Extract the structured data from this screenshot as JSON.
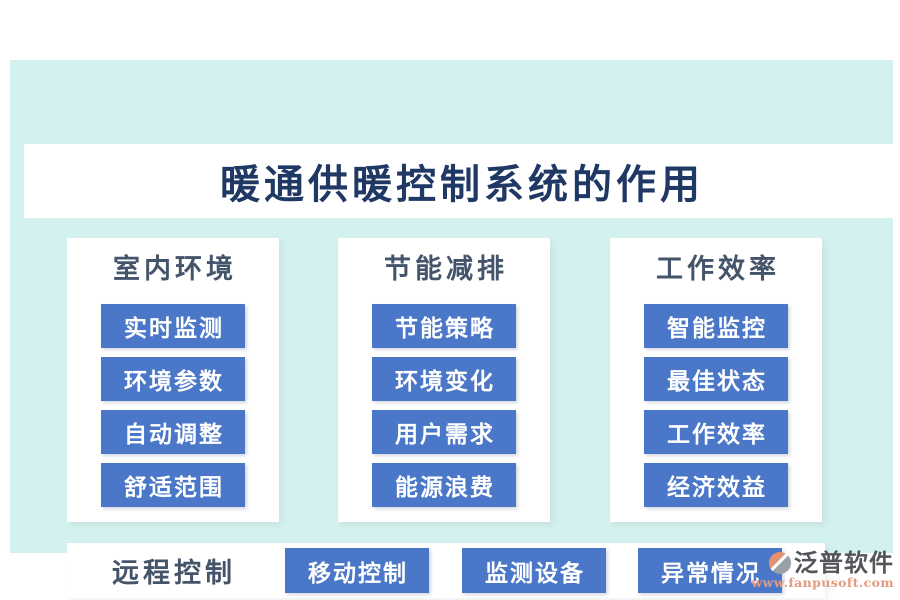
{
  "title": "暖通供暖控制系统的作用",
  "columns": [
    {
      "header": "室内环境",
      "items": [
        "实时监测",
        "环境参数",
        "自动调整",
        "舒适范围"
      ]
    },
    {
      "header": "节能减排",
      "items": [
        "节能策略",
        "环境变化",
        "用户需求",
        "能源浪费"
      ]
    },
    {
      "header": "工作效率",
      "items": [
        "智能监控",
        "最佳状态",
        "工作效率",
        "经济效益"
      ]
    }
  ],
  "bottom_row": {
    "label": "远程控制",
    "items": [
      "移动控制",
      "监测设备",
      "异常情况"
    ]
  },
  "footer": {
    "brand": "泛普软件",
    "url": "www.fanpusoft.com"
  },
  "colors": {
    "background_mint": "#d3f1ee",
    "tile_blue": "#4a77c8",
    "title_navy": "#1f3864",
    "header_slate": "#44546a",
    "brand_orange": "#e2926e",
    "brand_gray": "#9aa0a8",
    "url_salmon": "#e59a7d"
  }
}
